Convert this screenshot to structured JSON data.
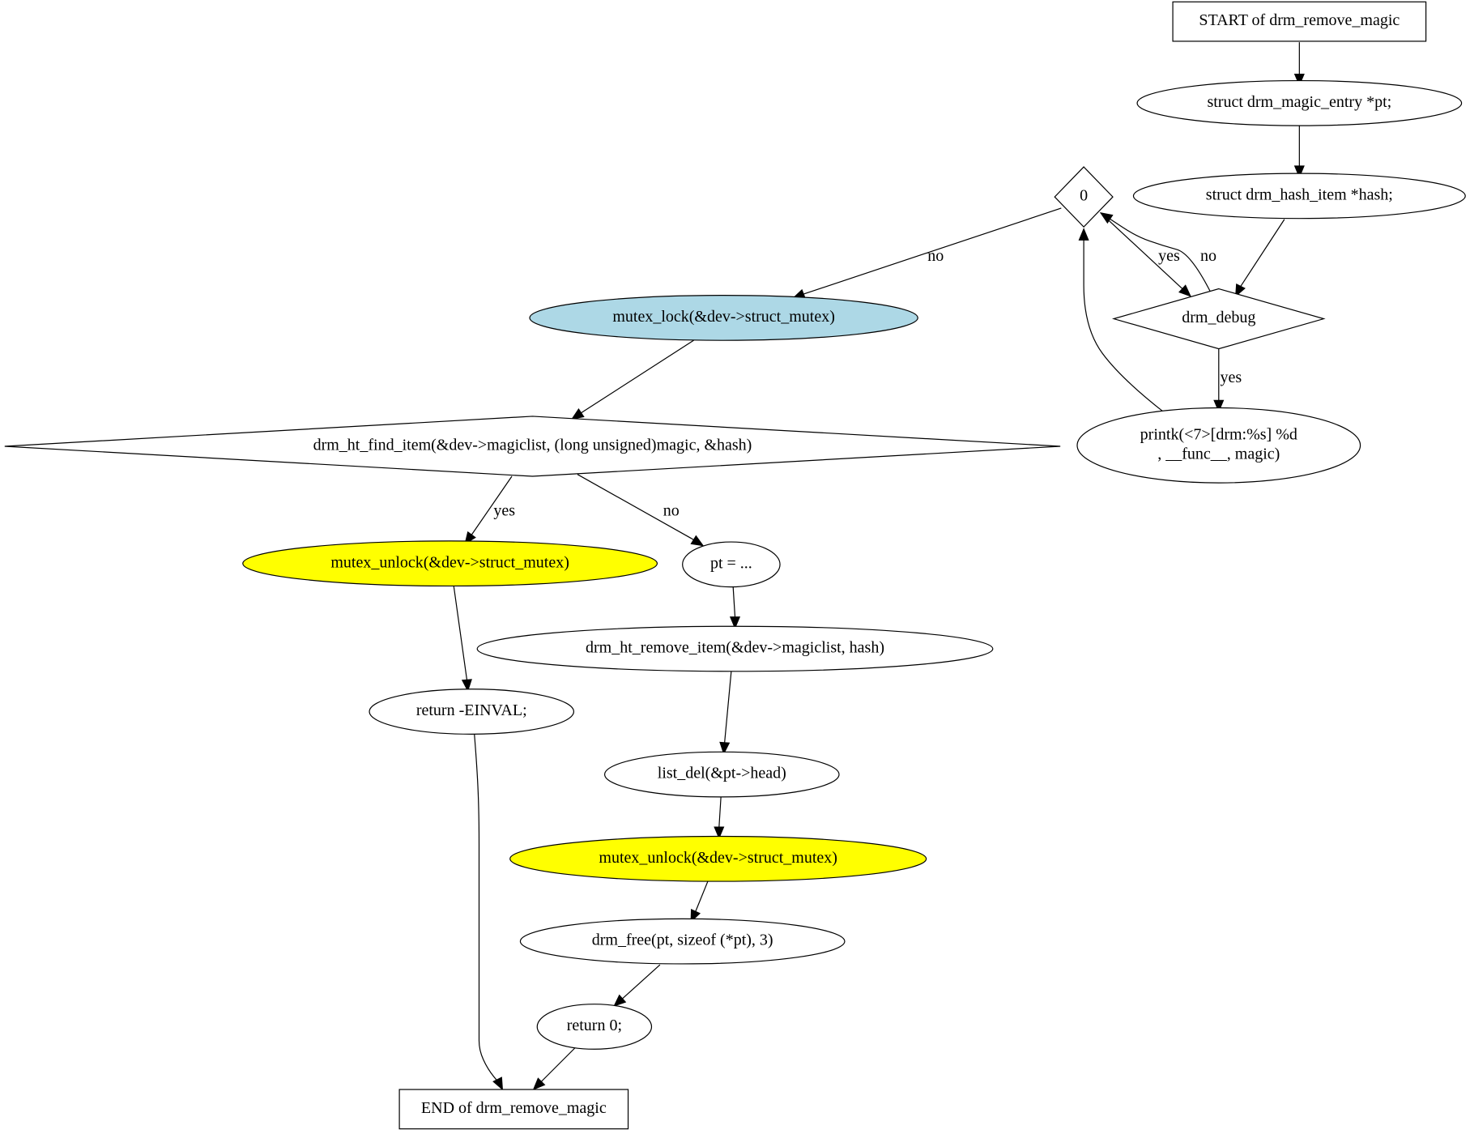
{
  "diagram": {
    "nodes": [
      {
        "id": "start",
        "text": "START of drm_remove_magic",
        "shape": "box",
        "fill": "#ffffff"
      },
      {
        "id": "decl_pt",
        "text": "struct drm_magic_entry *pt;",
        "shape": "ellipse",
        "fill": "#ffffff"
      },
      {
        "id": "decl_hash",
        "text": "struct drm_hash_item *hash;",
        "shape": "ellipse",
        "fill": "#ffffff"
      },
      {
        "id": "cond_zero",
        "text": "0",
        "shape": "diamond",
        "fill": "#ffffff"
      },
      {
        "id": "drm_debug",
        "text": "drm_debug",
        "shape": "diamond",
        "fill": "#ffffff"
      },
      {
        "id": "printk",
        "lines": [
          "printk(<7>[drm:%s] %d",
          ", __func__, magic)"
        ],
        "shape": "ellipse",
        "fill": "#ffffff"
      },
      {
        "id": "mutex_lock",
        "text": "mutex_lock(&dev->struct_mutex)",
        "shape": "ellipse",
        "fill": "#add8e6"
      },
      {
        "id": "find_item",
        "text": "drm_ht_find_item(&dev->magiclist, (long unsigned)magic, &hash)",
        "shape": "diamond",
        "fill": "#ffffff"
      },
      {
        "id": "unlock_err",
        "text": "mutex_unlock(&dev->struct_mutex)",
        "shape": "ellipse",
        "fill": "#ffff00"
      },
      {
        "id": "pt_assign",
        "text": "pt = ...",
        "shape": "ellipse",
        "fill": "#ffffff"
      },
      {
        "id": "remove_item",
        "text": "drm_ht_remove_item(&dev->magiclist, hash)",
        "shape": "ellipse",
        "fill": "#ffffff"
      },
      {
        "id": "ret_einval",
        "text": "return -EINVAL;",
        "shape": "ellipse",
        "fill": "#ffffff"
      },
      {
        "id": "list_del",
        "text": "list_del(&pt->head)",
        "shape": "ellipse",
        "fill": "#ffffff"
      },
      {
        "id": "unlock_ok",
        "text": "mutex_unlock(&dev->struct_mutex)",
        "shape": "ellipse",
        "fill": "#ffff00"
      },
      {
        "id": "drm_free",
        "text": "drm_free(pt, sizeof (*pt), 3)",
        "shape": "ellipse",
        "fill": "#ffffff"
      },
      {
        "id": "ret_zero",
        "text": "return 0;",
        "shape": "ellipse",
        "fill": "#ffffff"
      },
      {
        "id": "end",
        "text": "END of drm_remove_magic",
        "shape": "box",
        "fill": "#ffffff"
      }
    ],
    "edges": [
      {
        "id": "e1",
        "from": "start",
        "to": "decl_pt",
        "label": ""
      },
      {
        "id": "e2",
        "from": "decl_pt",
        "to": "decl_hash",
        "label": ""
      },
      {
        "id": "e3",
        "from": "decl_hash",
        "to": "drm_debug",
        "label": ""
      },
      {
        "id": "e4",
        "from": "drm_debug",
        "to": "cond_zero",
        "label": "no"
      },
      {
        "id": "e5",
        "from": "drm_debug",
        "to": "printk",
        "label": "yes"
      },
      {
        "id": "e6",
        "from": "printk",
        "to": "cond_zero",
        "label": ""
      },
      {
        "id": "e7",
        "from": "cond_zero",
        "to": "drm_debug",
        "label": "yes"
      },
      {
        "id": "e8",
        "from": "cond_zero",
        "to": "mutex_lock",
        "label": "no"
      },
      {
        "id": "e9",
        "from": "mutex_lock",
        "to": "find_item",
        "label": ""
      },
      {
        "id": "e10",
        "from": "find_item",
        "to": "unlock_err",
        "label": "yes"
      },
      {
        "id": "e11",
        "from": "find_item",
        "to": "pt_assign",
        "label": "no"
      },
      {
        "id": "e12",
        "from": "unlock_err",
        "to": "ret_einval",
        "label": ""
      },
      {
        "id": "e13",
        "from": "pt_assign",
        "to": "remove_item",
        "label": ""
      },
      {
        "id": "e14",
        "from": "remove_item",
        "to": "list_del",
        "label": ""
      },
      {
        "id": "e15",
        "from": "list_del",
        "to": "unlock_ok",
        "label": ""
      },
      {
        "id": "e16",
        "from": "unlock_ok",
        "to": "drm_free",
        "label": ""
      },
      {
        "id": "e17",
        "from": "drm_free",
        "to": "ret_zero",
        "label": ""
      },
      {
        "id": "e18",
        "from": "ret_zero",
        "to": "end",
        "label": ""
      },
      {
        "id": "e19",
        "from": "ret_einval",
        "to": "end",
        "label": ""
      }
    ]
  }
}
